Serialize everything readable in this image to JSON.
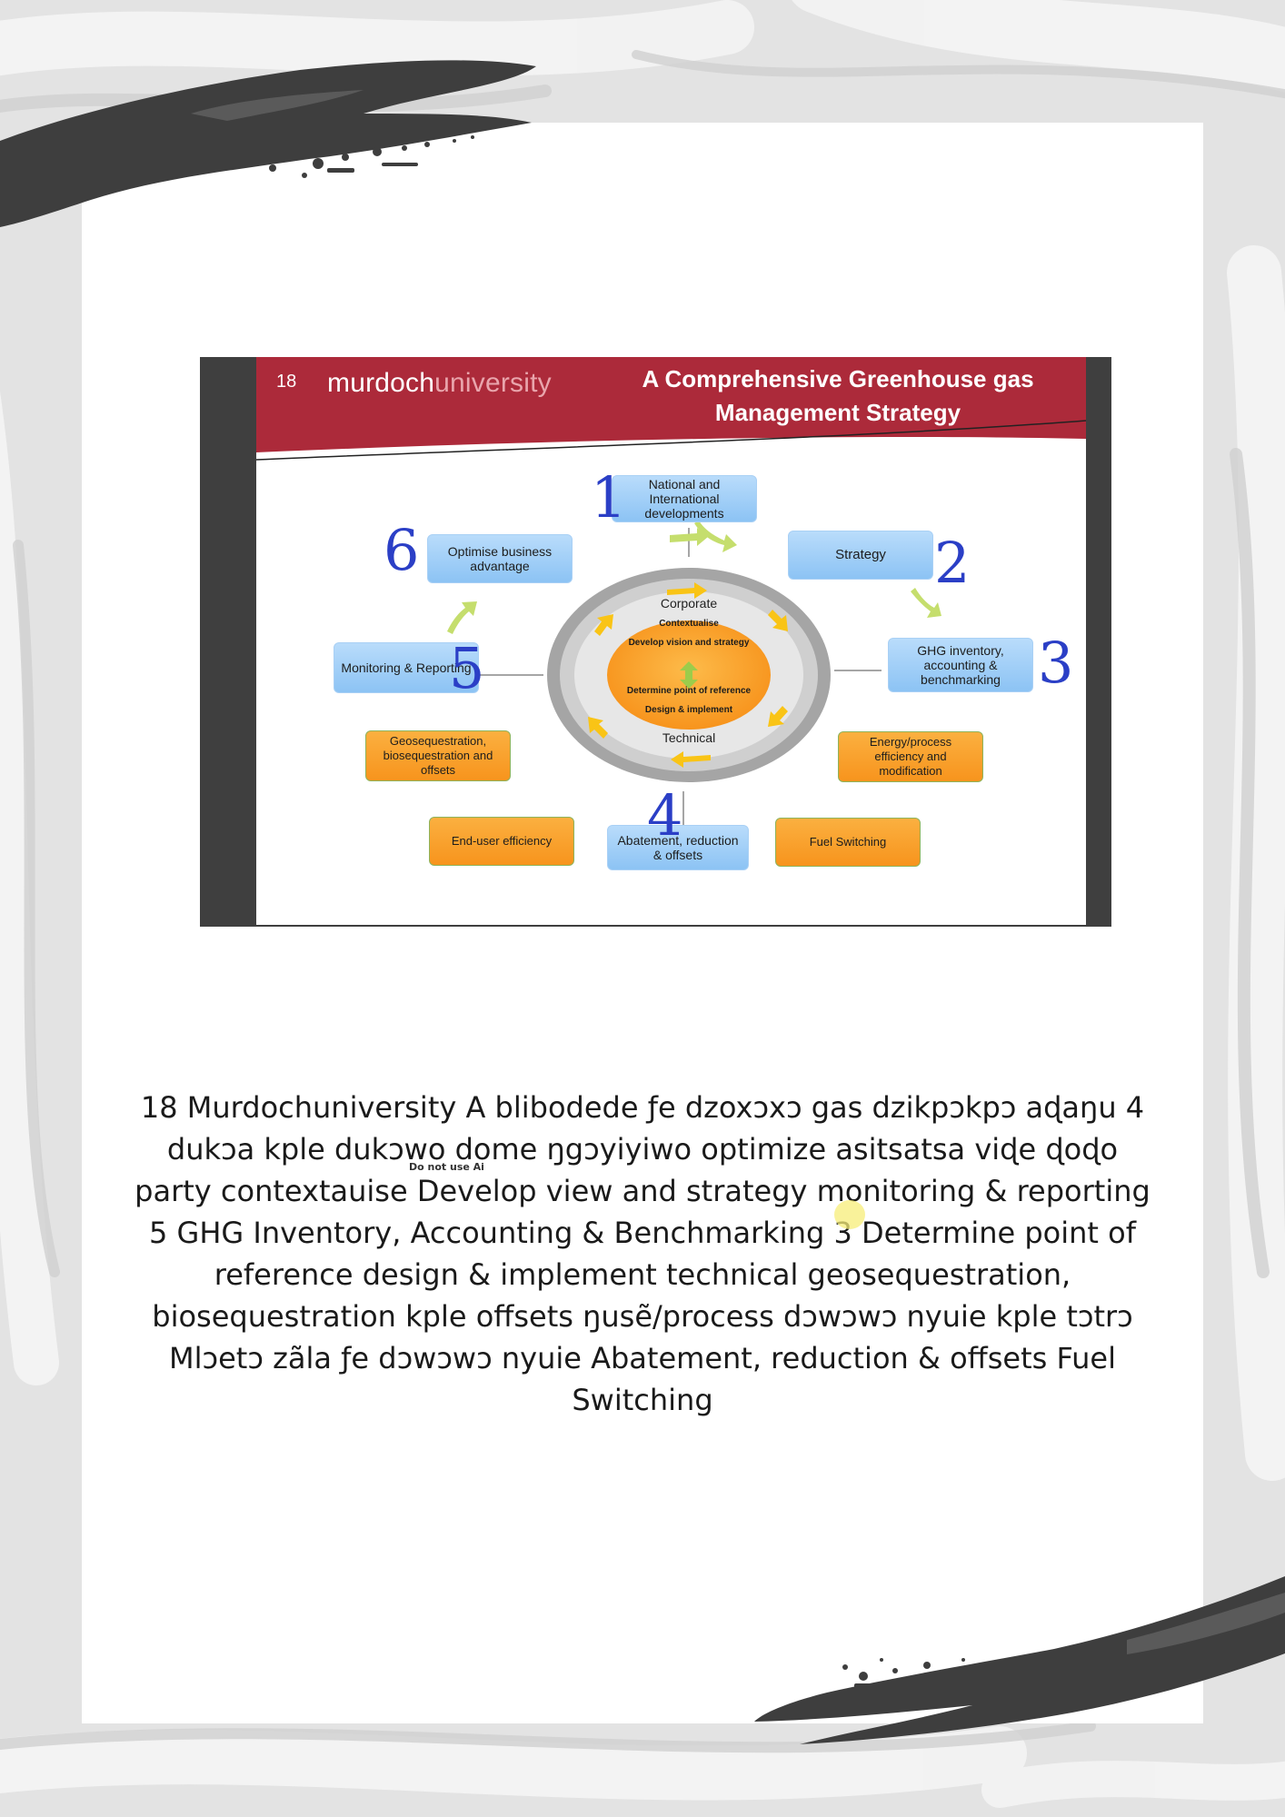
{
  "slide": {
    "number": "18",
    "brand_bold": "murdoch",
    "brand_light": "university",
    "title": "A Comprehensive Greenhouse gas Management Strategy",
    "boxes": {
      "national": "National and International developments",
      "strategy": "Strategy",
      "ghg": "GHG inventory, accounting & benchmarking",
      "energy": "Energy/process efficiency and modification",
      "fuel": "Fuel Switching",
      "abatement": "Abatement, reduction & offsets",
      "enduser": "End-user efficiency",
      "geoseq": "Geosequestration, biosequestration and offsets",
      "monitoring": "Monitoring & Reporting",
      "optimise": "Optimise business advantage"
    },
    "center": {
      "corporate": "Corporate",
      "contextualise": "Contextualise",
      "develop": "Develop vision and strategy",
      "determine": "Determine point of reference",
      "design": "Design & implement",
      "technical": "Technical"
    },
    "handwritten": [
      "1",
      "2",
      "3",
      "4",
      "5",
      "6"
    ]
  },
  "transcript": "18 Murdochuniversity A blibodede ƒe dzoxɔxɔ gas dzikpɔkpɔ aɖaŋu 4 dukɔa kple dukɔwo dome ŋgɔyiyiwo optimize asitsatsa viɖe ɖoɖo party contextauise Develop view and strategy monitoring & reporting 5 GHG Inventory, Accounting & Benchmarking 3 Determine point of reference design & implement technical geosequestration, biosequestration kple offsets ŋusẽ/process dɔwɔwɔ nyuie kple tɔtrɔ Mlɔetɔ zãla ƒe dɔwɔwɔ nyuie Abatement, reduction & offsets Fuel Switching",
  "note": "Do not use Ai"
}
